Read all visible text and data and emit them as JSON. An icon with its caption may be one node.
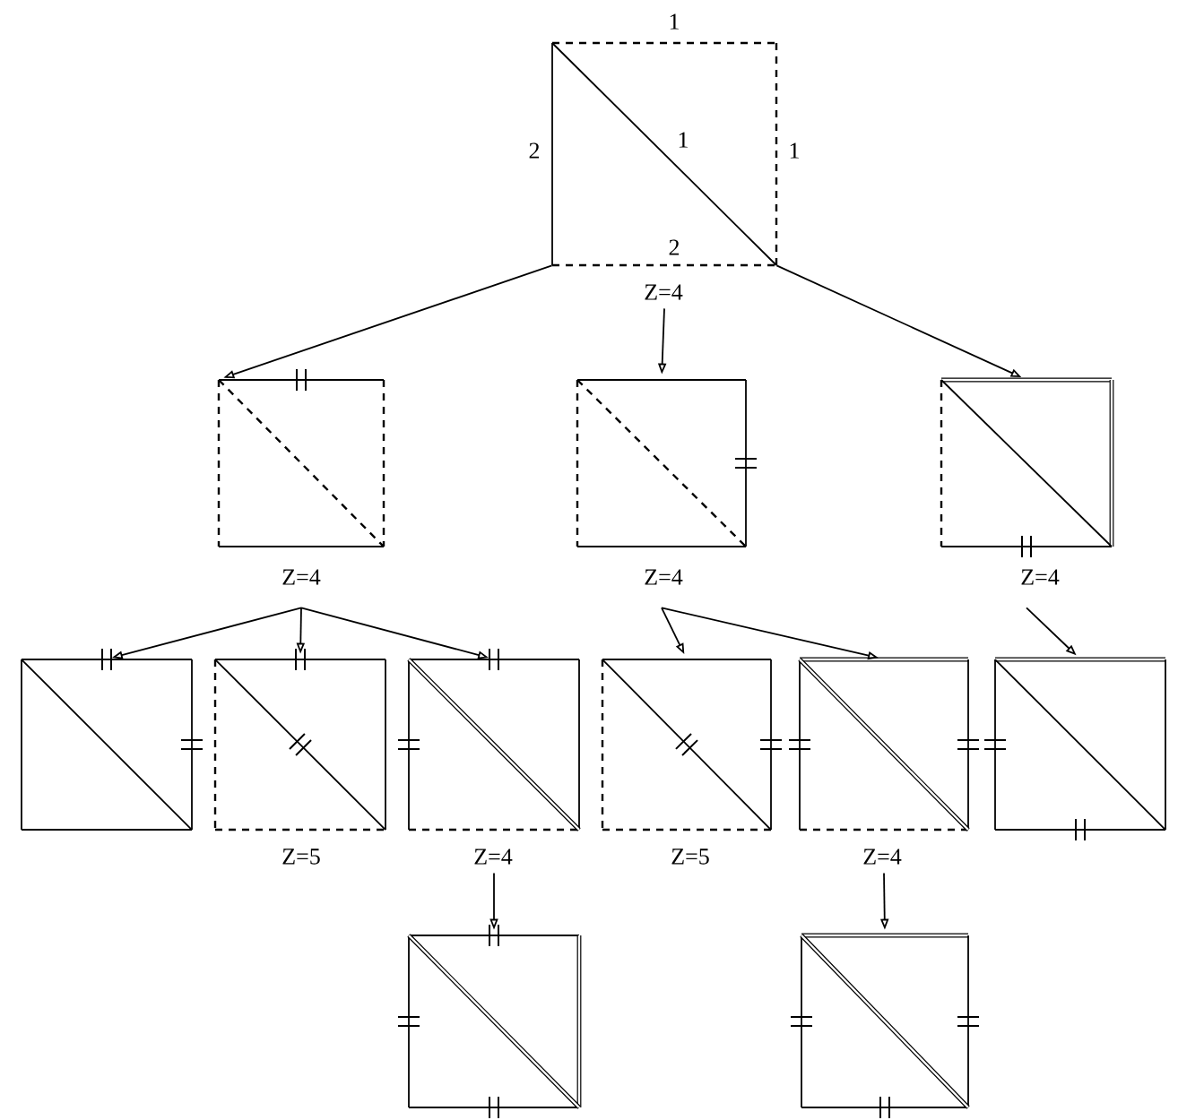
{
  "diagram": {
    "nodes": [
      {
        "text": [
          "1",
          "2"
        ],
        "beside": [
          "1",
          "2",
          "1",
          "Z=4"
        ]
      },
      {
        "text": [],
        "shape": "box",
        "beside": [
          "Z=4"
        ]
      },
      {
        "text": [],
        "shape": "box",
        "beside": [
          "Z=4"
        ]
      },
      {
        "text": [],
        "shape": "box",
        "beside": [
          "Z=4"
        ]
      },
      {
        "text": [],
        "shape": "box"
      },
      {
        "text": [],
        "shape": "box",
        "beside": [
          "Z=5"
        ]
      },
      {
        "text": [],
        "shape": "box",
        "beside": [
          "Z=4"
        ]
      },
      {
        "text": [],
        "shape": "box",
        "beside": [
          "Z=5"
        ]
      },
      {
        "text": [],
        "shape": "box",
        "beside": [
          "Z=4"
        ]
      },
      {
        "text": [],
        "shape": "box"
      },
      {
        "text": [],
        "shape": "box"
      },
      {
        "text": [],
        "shape": "box"
      }
    ],
    "edges": [
      {
        "from": 0,
        "to": 1,
        "arrow": "to"
      },
      {
        "from": 0,
        "to": 2,
        "arrow": "to"
      },
      {
        "from": 0,
        "to": 3,
        "arrow": "to"
      },
      {
        "from": 1,
        "to": 4,
        "arrow": "to"
      },
      {
        "from": 1,
        "to": 5,
        "arrow": "to"
      },
      {
        "from": 1,
        "to": 6,
        "arrow": "to"
      },
      {
        "from": 2,
        "to": 7,
        "arrow": "to"
      },
      {
        "from": 2,
        "to": 8,
        "arrow": "to"
      },
      {
        "from": 3,
        "to": 9,
        "arrow": "to"
      },
      {
        "from": 6,
        "to": 10,
        "arrow": "to"
      },
      {
        "from": 8,
        "to": 11,
        "arrow": "to"
      }
    ]
  }
}
